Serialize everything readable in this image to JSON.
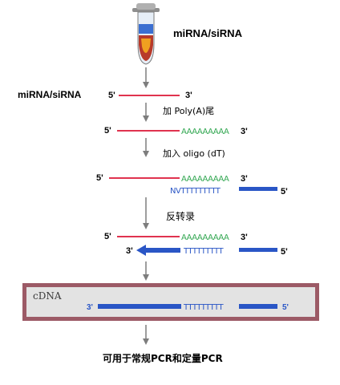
{
  "top_label": "miRNA/siRNA",
  "strand_label": "miRNA/siRNA",
  "five_prime": "5'",
  "three_prime": "3'",
  "steps": {
    "poly_a": "加 Poly(A)尾",
    "oligo_dt": "加入 oligo (dT)",
    "reverse_transcription": "反转录"
  },
  "poly_a_tail": "AAAAAAAAA",
  "oligo_primer": "NVTTTTTTTTT",
  "cdna_t_run": "TTTTTTTTT",
  "cdna_label": "cDNA",
  "final_text": "可用于常规PCR和定量PCR",
  "colors": {
    "rna": "#e0334f",
    "polya": "#34a853",
    "dna": "#2a56c6",
    "panel_border": "#9c5a66",
    "panel_bg": "#e3e3e3",
    "arrow": "#7d7d7d"
  }
}
